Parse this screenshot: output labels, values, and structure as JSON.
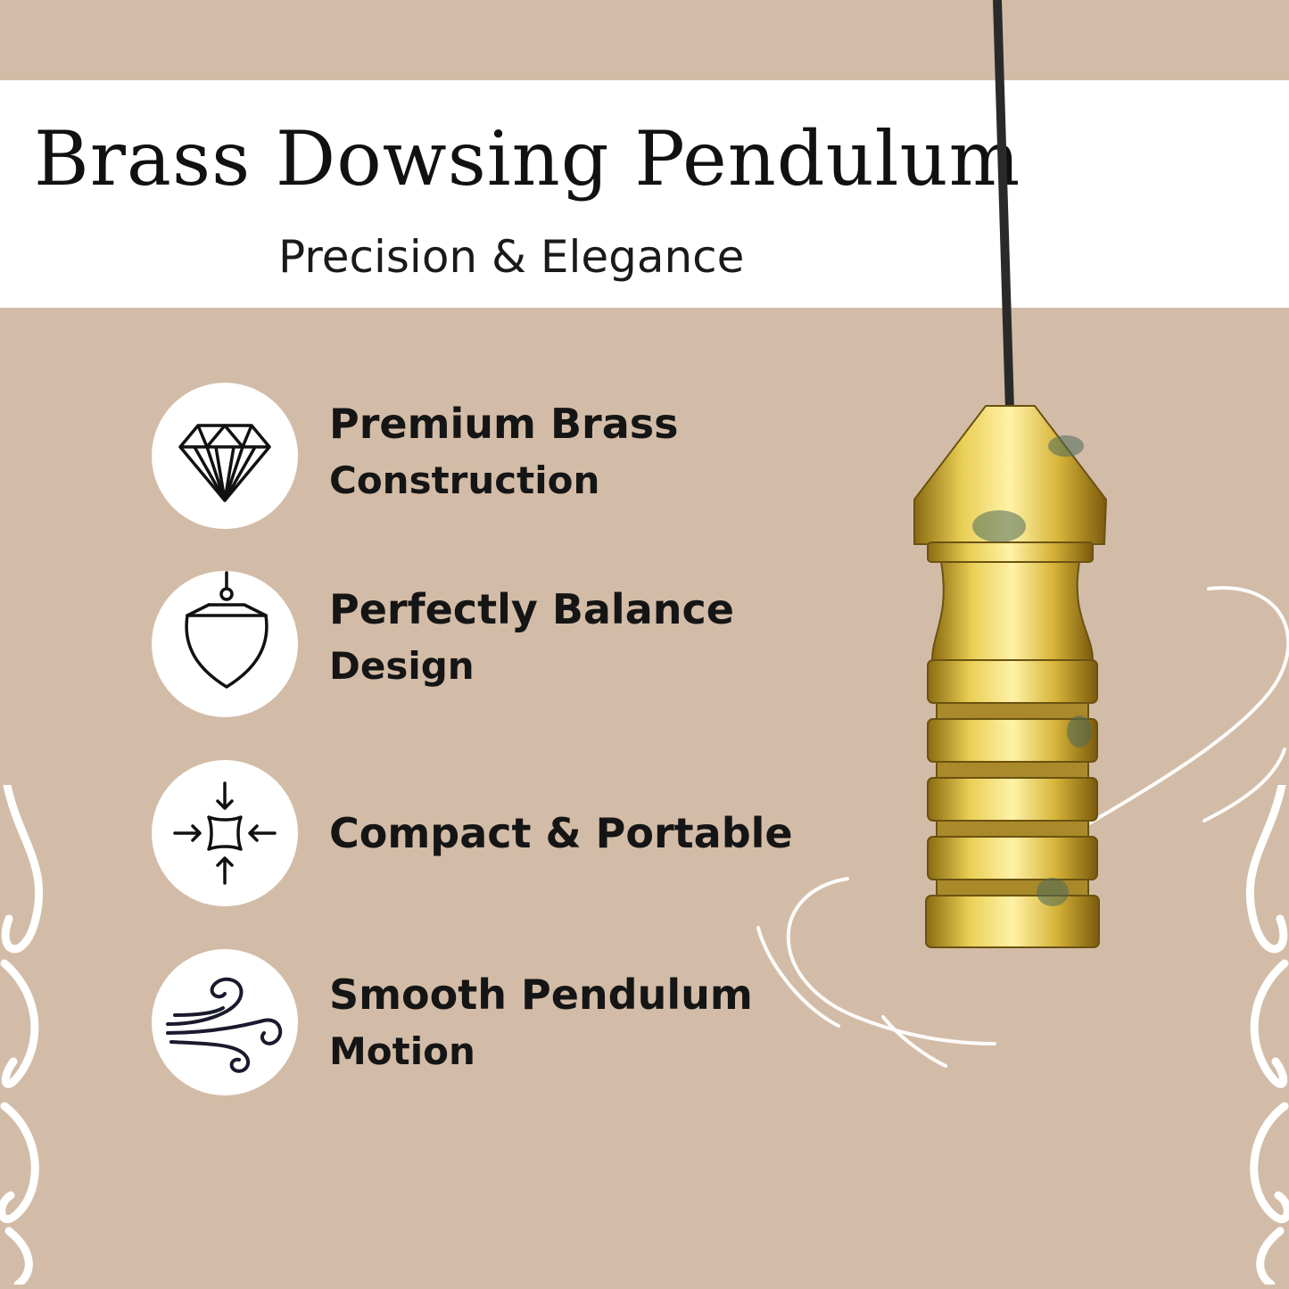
{
  "header": {
    "title": "Brass Dowsing Pendulum",
    "subtitle": "Precision & Elegance"
  },
  "features": [
    {
      "icon": "diamond-icon",
      "line1": "Premium Brass",
      "line2": "Construction"
    },
    {
      "icon": "pendulum-icon",
      "line1": "Perfectly Balance",
      "line2": "Design"
    },
    {
      "icon": "compact-arrows-icon",
      "line1": "Compact & Portable",
      "line2": ""
    },
    {
      "icon": "wind-swirl-icon",
      "line1": "Smooth Pendulum",
      "line2": "Motion"
    }
  ],
  "colors": {
    "background": "#d3bca7",
    "banner": "#ffffff",
    "brass": "#d4b63a",
    "text": "#151515"
  }
}
